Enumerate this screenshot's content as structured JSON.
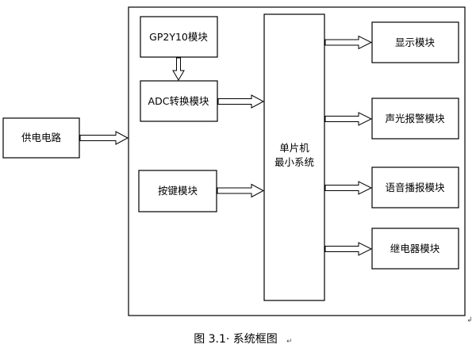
{
  "diagram": {
    "outer_frame": "",
    "modules": {
      "power": "供电电路",
      "gp2y10": "GP2Y10模块",
      "adc": "ADC转换模块",
      "keys": "按键模块",
      "mcu_line1": "单片机",
      "mcu_line2": "最小系统",
      "display": "显示模块",
      "alarm": "声光报警模块",
      "voice": "语音播报模块",
      "relay": "继电器模块"
    },
    "caption": "图 3.1· 系统框图",
    "return_mark": "↵",
    "corner_mark": "↲"
  }
}
